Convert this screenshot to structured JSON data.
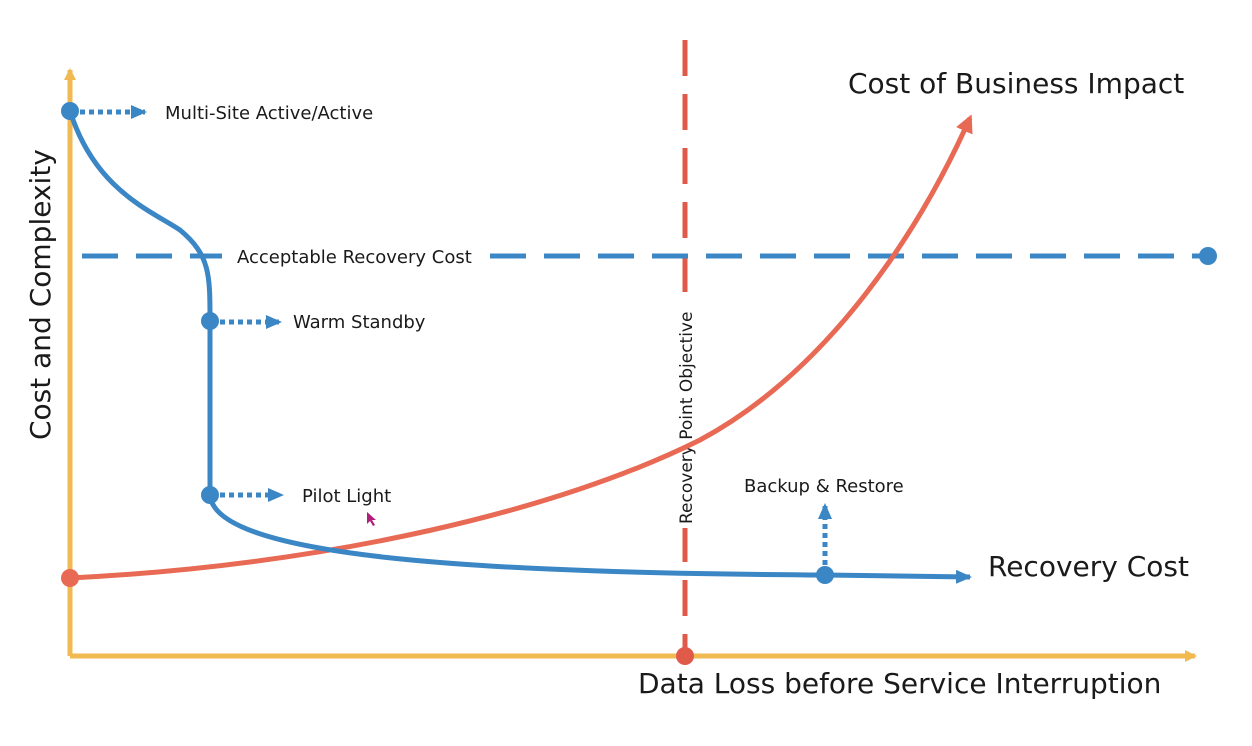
{
  "axes": {
    "y_title": "Cost and Complexity",
    "x_title": "Data Loss before Service Interruption"
  },
  "curves": {
    "business_impact_label": "Cost of Business Impact",
    "recovery_cost_label": "Recovery Cost"
  },
  "lines": {
    "acceptable_recovery_cost_label": "Acceptable Recovery Cost",
    "rpo_label": "Recovery Point Objective"
  },
  "strategies": [
    {
      "label": "Multi-Site Active/Active"
    },
    {
      "label": "Warm Standby"
    },
    {
      "label": "Pilot Light"
    },
    {
      "label": "Backup & Restore"
    }
  ],
  "colors": {
    "axis": "#f0b952",
    "recovery": "#3b86c4",
    "impact": "#e86a55",
    "rpo": "#e05a4a"
  }
}
